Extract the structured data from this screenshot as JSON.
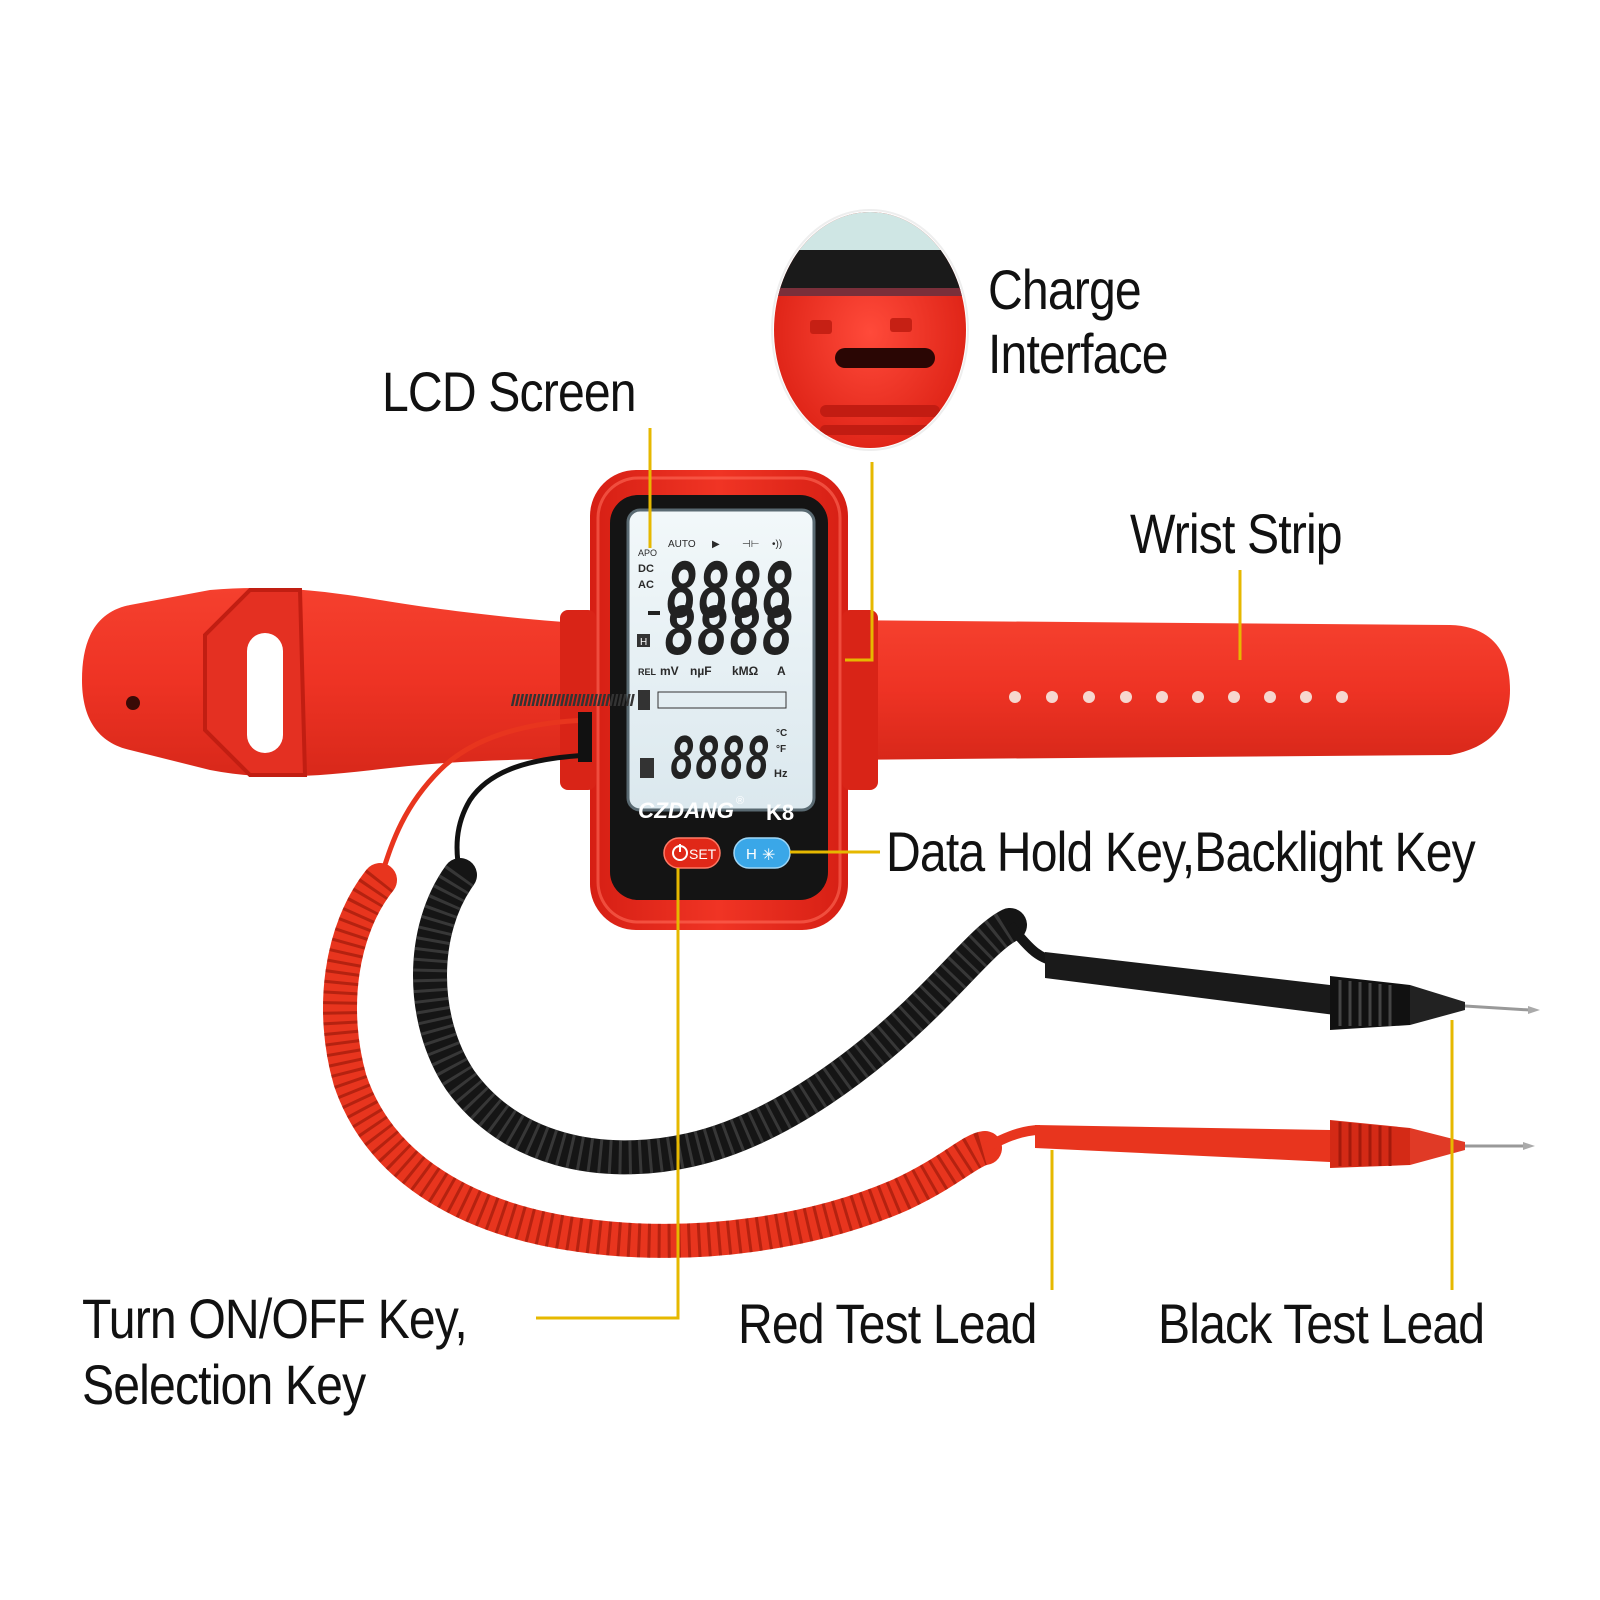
{
  "labels": {
    "lcd_screen": "LCD Screen",
    "charge_interface_line1": "Charge",
    "charge_interface_line2": "Interface",
    "wrist_strip": "Wrist Strip",
    "data_hold_backlight": "Data Hold Key,Backlight Key",
    "power_key_line1": "Turn ON/OFF Key,",
    "power_key_line2": "Selection Key",
    "red_test_lead": "Red Test Lead",
    "black_test_lead": "Black Test Lead"
  },
  "device": {
    "brand": "CZDANG",
    "registered": "®",
    "model": "K8",
    "set_key": "SET",
    "hold_key": "H",
    "lcd": {
      "top_indicators": [
        "AUTO",
        "▶",
        "⊣⊢",
        "•))"
      ],
      "left_indicators": [
        "APO",
        "DC",
        "AC"
      ],
      "hold_indicator": "H",
      "primary_digits": "8888",
      "secondary_digits": "8888",
      "unit_row": [
        "REL",
        "mV",
        "nµF",
        "kMΩ",
        "A"
      ],
      "tertiary_digits": "8888",
      "temp_units": [
        "°C",
        "°F"
      ],
      "freq_unit": "Hz"
    }
  },
  "colors": {
    "device_red": "#e8281e",
    "strap_red": "#f04030",
    "leader_line": "#e6b800",
    "lcd_backlight": "#e4eef2",
    "hold_key_blue": "#3aa7e8"
  }
}
